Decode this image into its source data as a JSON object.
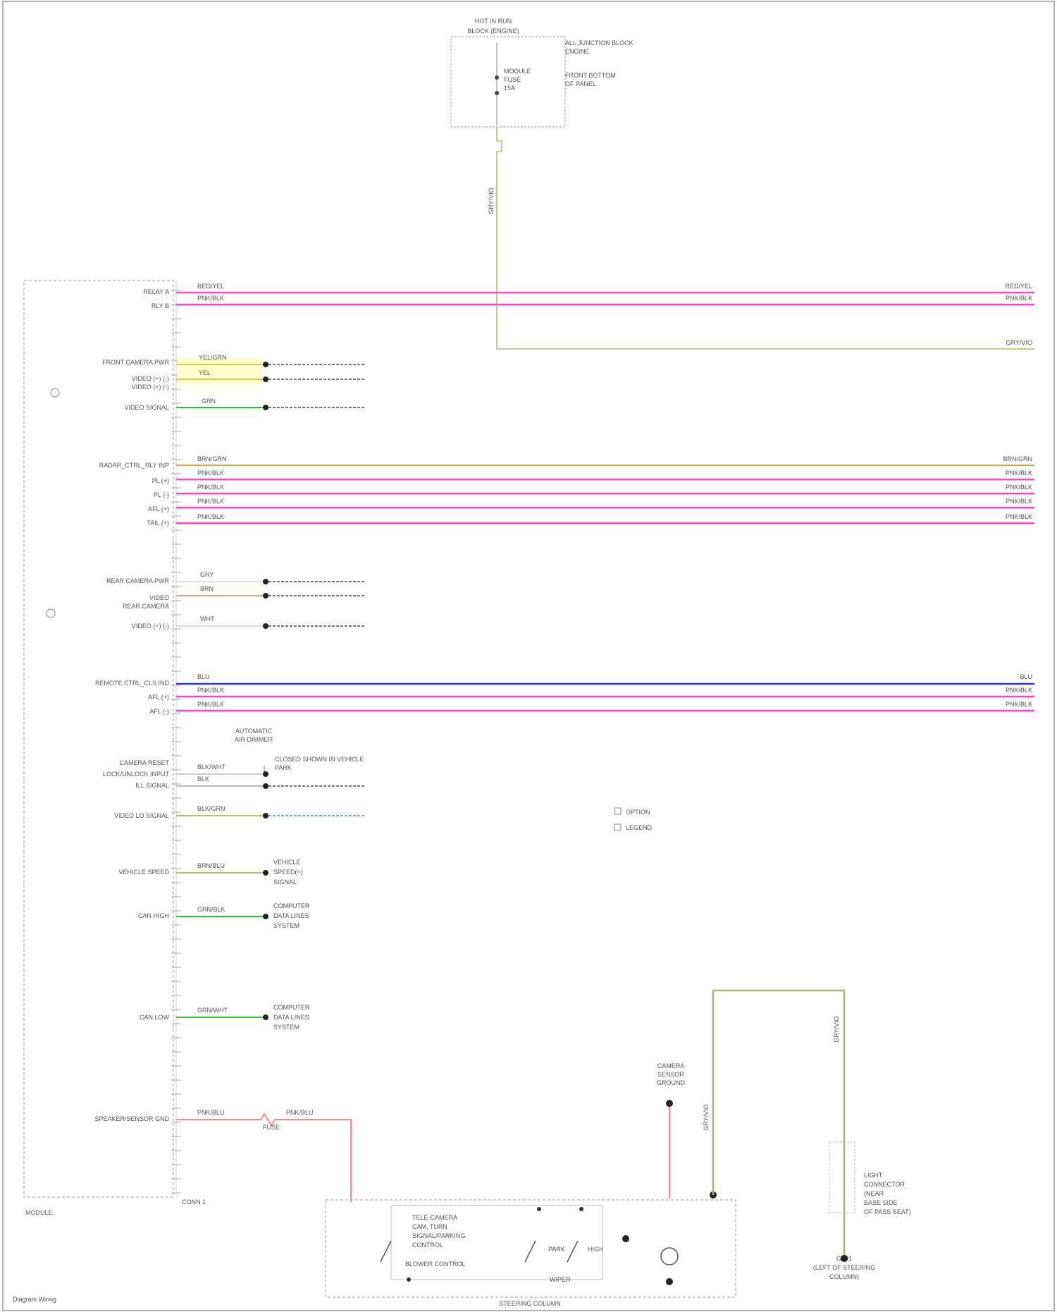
{
  "title": "",
  "colors": {
    "wire_pink": "#ff44cc",
    "wire_yellow": "#c8c860",
    "wire_green": "#33bb33",
    "wire_blue": "#3333ff",
    "wire_tan": "#c8b060",
    "wire_gray": "#cccccc",
    "wire_red": "#ff8888",
    "wire_olive": "#b0b070",
    "outline": "#888888"
  },
  "fuse_block": {
    "header": "HOT IN RUN",
    "subheader": "BLOCK (ENGINE)",
    "side_title": "ALL JUNCTION BLOCK",
    "side_line": "ENGINE",
    "side_desc_lines": [
      "FRONT BOTTOM",
      "OF PANEL"
    ],
    "fuse_lines": [
      "MODULE",
      "FUSE",
      "15A"
    ],
    "wire_label": "GRY/VIO"
  },
  "module": {
    "pin_labels": [
      "RELAY A",
      "RLY B",
      "FRONT CAMERA PWR",
      "VIDEO (+) (-)",
      "VIDEO SIGNAL",
      "VIDEO (+) (-)",
      "RADAR_CTRL_RLY INP",
      "PL (+)",
      "PL (-)",
      "AFL (+)",
      "TAIL (+)",
      "REAR CAMERA PWR",
      "VIDEO",
      "REAR CAMERA",
      "VIDEO (+) (-)",
      "REMOTE CTRL_CLS IND",
      "AFL (+)",
      "AFL (-)",
      "CAMERA RESET",
      "LOCK/UNLOCK INPUT",
      "ILL SIGNAL",
      "VIDEO LO SIGNAL",
      "VEHICLE SPEED",
      "CAN HIGH",
      "CAN LOW",
      "SPEAKER/SENSOR GND"
    ],
    "connector_label": "CONN 1",
    "module_label": "MODULE"
  },
  "left_wire_labels": [
    "RED/YEL",
    "PNK/BLK",
    "YEL/GRN",
    "YEL",
    "GRN",
    "BRN/GRN",
    "PNK/BLK",
    "PNK/BLK",
    "PNK/BLK",
    "PNK/BLK",
    "GRY",
    "BRN",
    "WHT",
    "BLU",
    "PNK/BLK",
    "PNK/BLK",
    "BLK/WHT",
    "BLK",
    "BLK/GRN",
    "BRN/BLU",
    "GRN/BLK",
    "GRN/WHT",
    "PNK/BLU",
    "PNK/BLU",
    "GRY/VIO",
    "GRY/VIO"
  ],
  "right_wire_labels": [
    "RED/YEL",
    "PNK/BLK",
    "GRY/VIO",
    "BRN/GRN",
    "PNK/BLK",
    "PNK/BLK",
    "PNK/BLK",
    "PNK/BLK",
    "BLU",
    "PNK/BLK",
    "PNK/BLK"
  ],
  "annotations": {
    "ambient_dimmer": [
      "AUTOMATIC",
      "AIR DIMMER"
    ],
    "closed_switch": [
      "CLOSED SHOWN IN VEHICLE",
      "PARK"
    ],
    "vehicle_speed_sensor": [
      "VEHICLE",
      "SPEED(+)",
      "SIGNAL"
    ],
    "can_high": [
      "COMPUTER",
      "DATA LINES",
      "SYSTEM"
    ],
    "can_low": [
      "COMPUTER",
      "DATA LINES",
      "SYSTEM"
    ],
    "legend": [
      "OPTION",
      "LEGEND"
    ],
    "camera_sensor": [
      "CAMERA",
      "SENSOR",
      "GROUND"
    ],
    "light_connector": [
      "LIGHT",
      "CONNECTOR",
      "(NEAR",
      "BASE SIDE",
      "OF PASS SEAT)"
    ],
    "ground_label": [
      "G301",
      "(LEFT OF STEERING",
      "COLUMN)"
    ],
    "box_lines": [
      "TELE-CAMERA",
      "CAM, TURN",
      "SIGNAL/PARKING",
      "CONTROL",
      "BLOWER CONTROL"
    ],
    "switch_labels": [
      "PARK",
      "HIGH",
      "WIPER"
    ],
    "assembly_label": "STEERING COLUMN",
    "footer": "Diagram Wiring",
    "fuse_small": "FUSE"
  }
}
